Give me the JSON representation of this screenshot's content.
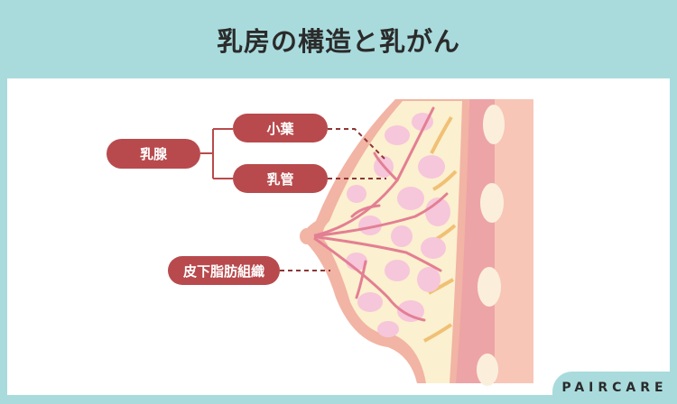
{
  "header": {
    "title": "乳房の構造と乳がん"
  },
  "diagram": {
    "labels": {
      "mammary_gland": "乳腺",
      "lobule": "小葉",
      "milk_duct": "乳管",
      "subcutaneous_fat": "皮下脂肪組織"
    },
    "colors": {
      "label_bg": "#b84a4d",
      "background": "#a9dbdd",
      "skin": "#f2b4a4",
      "fat": "#fbf0cf",
      "lobule": "#f6c6db",
      "duct": "#e37f93",
      "muscle": "#eda4a6",
      "chest_wall": "#f7c6b7",
      "rib": "#fbefdc"
    }
  },
  "brand": {
    "name": "PAIRCARE"
  }
}
